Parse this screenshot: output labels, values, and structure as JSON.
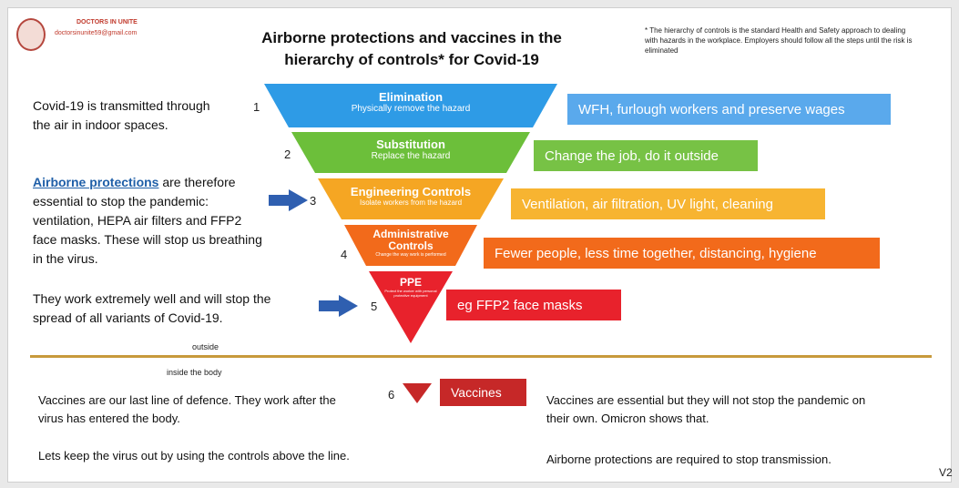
{
  "header": {
    "org_name": "DOCTORS IN UNITE",
    "org_email": "doctorsinunite59@gmail.com",
    "title_line1": "Airborne protections and vaccines in the",
    "title_line2": "hierarchy of controls* for Covid-19",
    "footnote": "* The hierarchy of controls is the standard Health and Safety approach to dealing with hazards in the workplace. Employers should follow all the steps until the risk is eliminated"
  },
  "left_text": {
    "p1": "Covid-19 is transmitted through the air in indoor spaces.",
    "p2_link": "Airborne protections",
    "p2_rest": " are therefore essential to stop the pandemic: ventilation, HEPA air filters and FFP2 face masks. These will stop us breathing in the virus.",
    "p3": "They work extremely well and will stop the spread of all variants of Covid-19."
  },
  "tiers": [
    {
      "number": "1",
      "title": "Elimination",
      "subtitle": "Physically remove the hazard",
      "action": "WFH, furlough workers and preserve wages",
      "color": "#2e9be6",
      "box_color": "#5aa9ec"
    },
    {
      "number": "2",
      "title": "Substitution",
      "subtitle": "Replace the hazard",
      "action": "Change the job, do it outside",
      "color": "#6cbf3a",
      "box_color": "#77c245"
    },
    {
      "number": "3",
      "title": "Engineering Controls",
      "subtitle": "Isolate workers from the hazard",
      "action": "Ventilation, air filtration, UV light,  cleaning",
      "color": "#f5a623",
      "box_color": "#f7b431"
    },
    {
      "number": "4",
      "title": "Administrative Controls",
      "subtitle": "Change the way work is performed",
      "action": "Fewer people, less time together, distancing, hygiene",
      "color": "#f26a1b",
      "box_color": "#f26a1b"
    },
    {
      "number": "5",
      "title": "PPE",
      "subtitle": "Protect the worker with personal protective equipment",
      "action": "eg FFP2 face masks",
      "color": "#e8222c",
      "box_color": "#e8222c"
    }
  ],
  "divider": {
    "outside_label": "outside",
    "inside_label": "inside the body"
  },
  "vaccines": {
    "number": "6",
    "label": "Vaccines",
    "color": "#c62828"
  },
  "bottom": {
    "left1": "Vaccines are our last line of defence.  They work after the virus has entered the body.",
    "left2": "Lets keep the virus out by using the controls above the line.",
    "right1": "Vaccines are essential but they will not stop the pandemic on their own.  Omicron shows that.",
    "right2": "Airborne protections are required to stop transmission."
  },
  "version": "V2"
}
